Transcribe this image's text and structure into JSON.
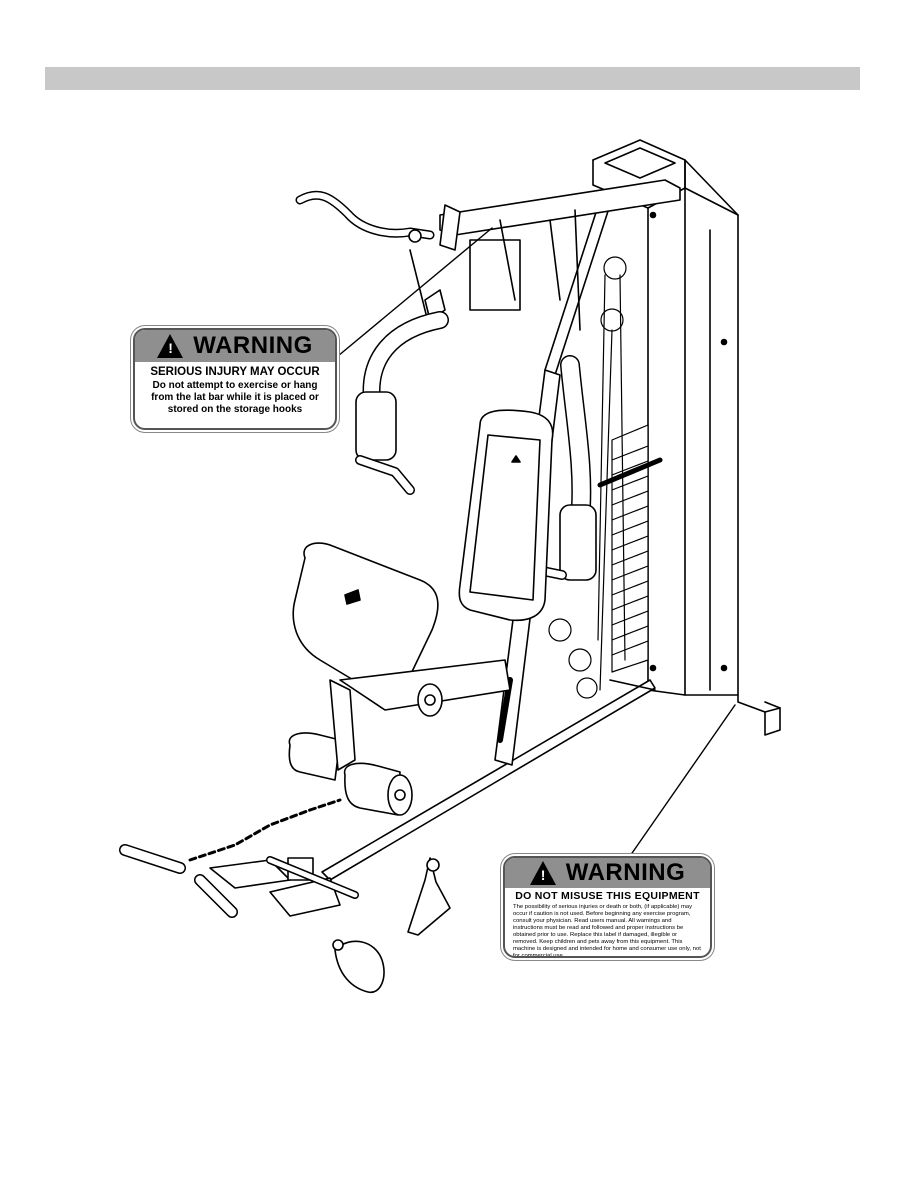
{
  "header": {
    "bar_color": "#c8c8c8"
  },
  "illustration": {
    "subject": "home gym machine line drawing"
  },
  "warning_label_1": {
    "icon": "exclamation-triangle-icon",
    "title": "WARNING",
    "subtitle": "SERIOUS INJURY MAY OCCUR",
    "body": "Do not attempt to exercise or hang from the lat bar while it is placed or stored on the storage hooks"
  },
  "warning_label_2": {
    "icon": "exclamation-triangle-icon",
    "title": "WARNING",
    "subtitle": "DO NOT MISUSE THIS EQUIPMENT",
    "body": "The possibility of serious injuries or death or both, (if applicable) may occur if caution is not used. Before beginning any exercise program, consult your physician. Read users manual. All warnings and instructions must be read and followed and proper instructions be obtained prior to use. Replace this label if damaged, illegible or removed. Keep children and pets away from this equipment. This machine is designed and intended for home and consumer use only, not for commercial use."
  },
  "colors": {
    "label_header": "#8f8f8f",
    "line": "#000000"
  }
}
